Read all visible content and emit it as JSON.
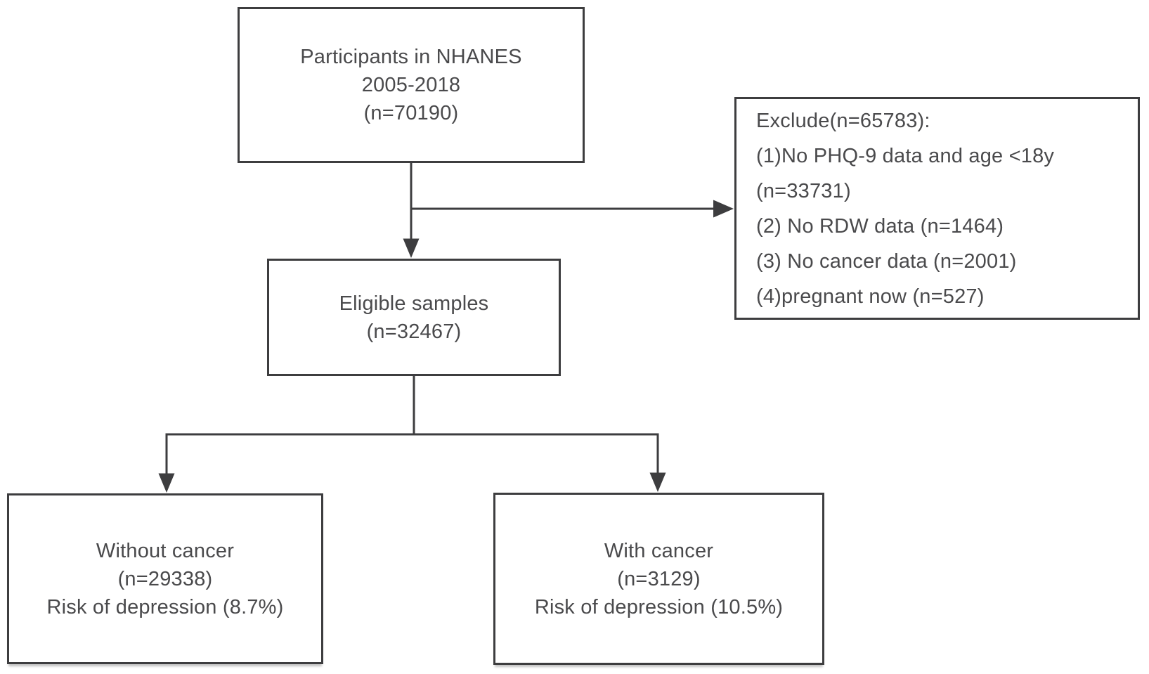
{
  "colors": {
    "line": "#3d3d3f",
    "text": "#4a4a4c",
    "background": "#ffffff"
  },
  "flowchart": {
    "nodes": {
      "participants": {
        "lines": [
          "Participants in NHANES",
          "2005-2018",
          "(n=70190)"
        ]
      },
      "exclude": {
        "lines": [
          "Exclude(n=65783):",
          "(1)No PHQ-9 data and age <18y",
          "(n=33731)",
          "(2) No RDW data (n=1464)",
          "(3) No cancer data (n=2001)",
          "(4)pregnant now (n=527)"
        ]
      },
      "eligible": {
        "lines": [
          "Eligible samples",
          "(n=32467)"
        ]
      },
      "without_cancer": {
        "lines": [
          "Without cancer",
          "(n=29338)",
          "Risk of depression (8.7%)"
        ]
      },
      "with_cancer": {
        "lines": [
          "With cancer",
          "(n=3129)",
          "Risk of depression (10.5%)"
        ]
      }
    }
  }
}
